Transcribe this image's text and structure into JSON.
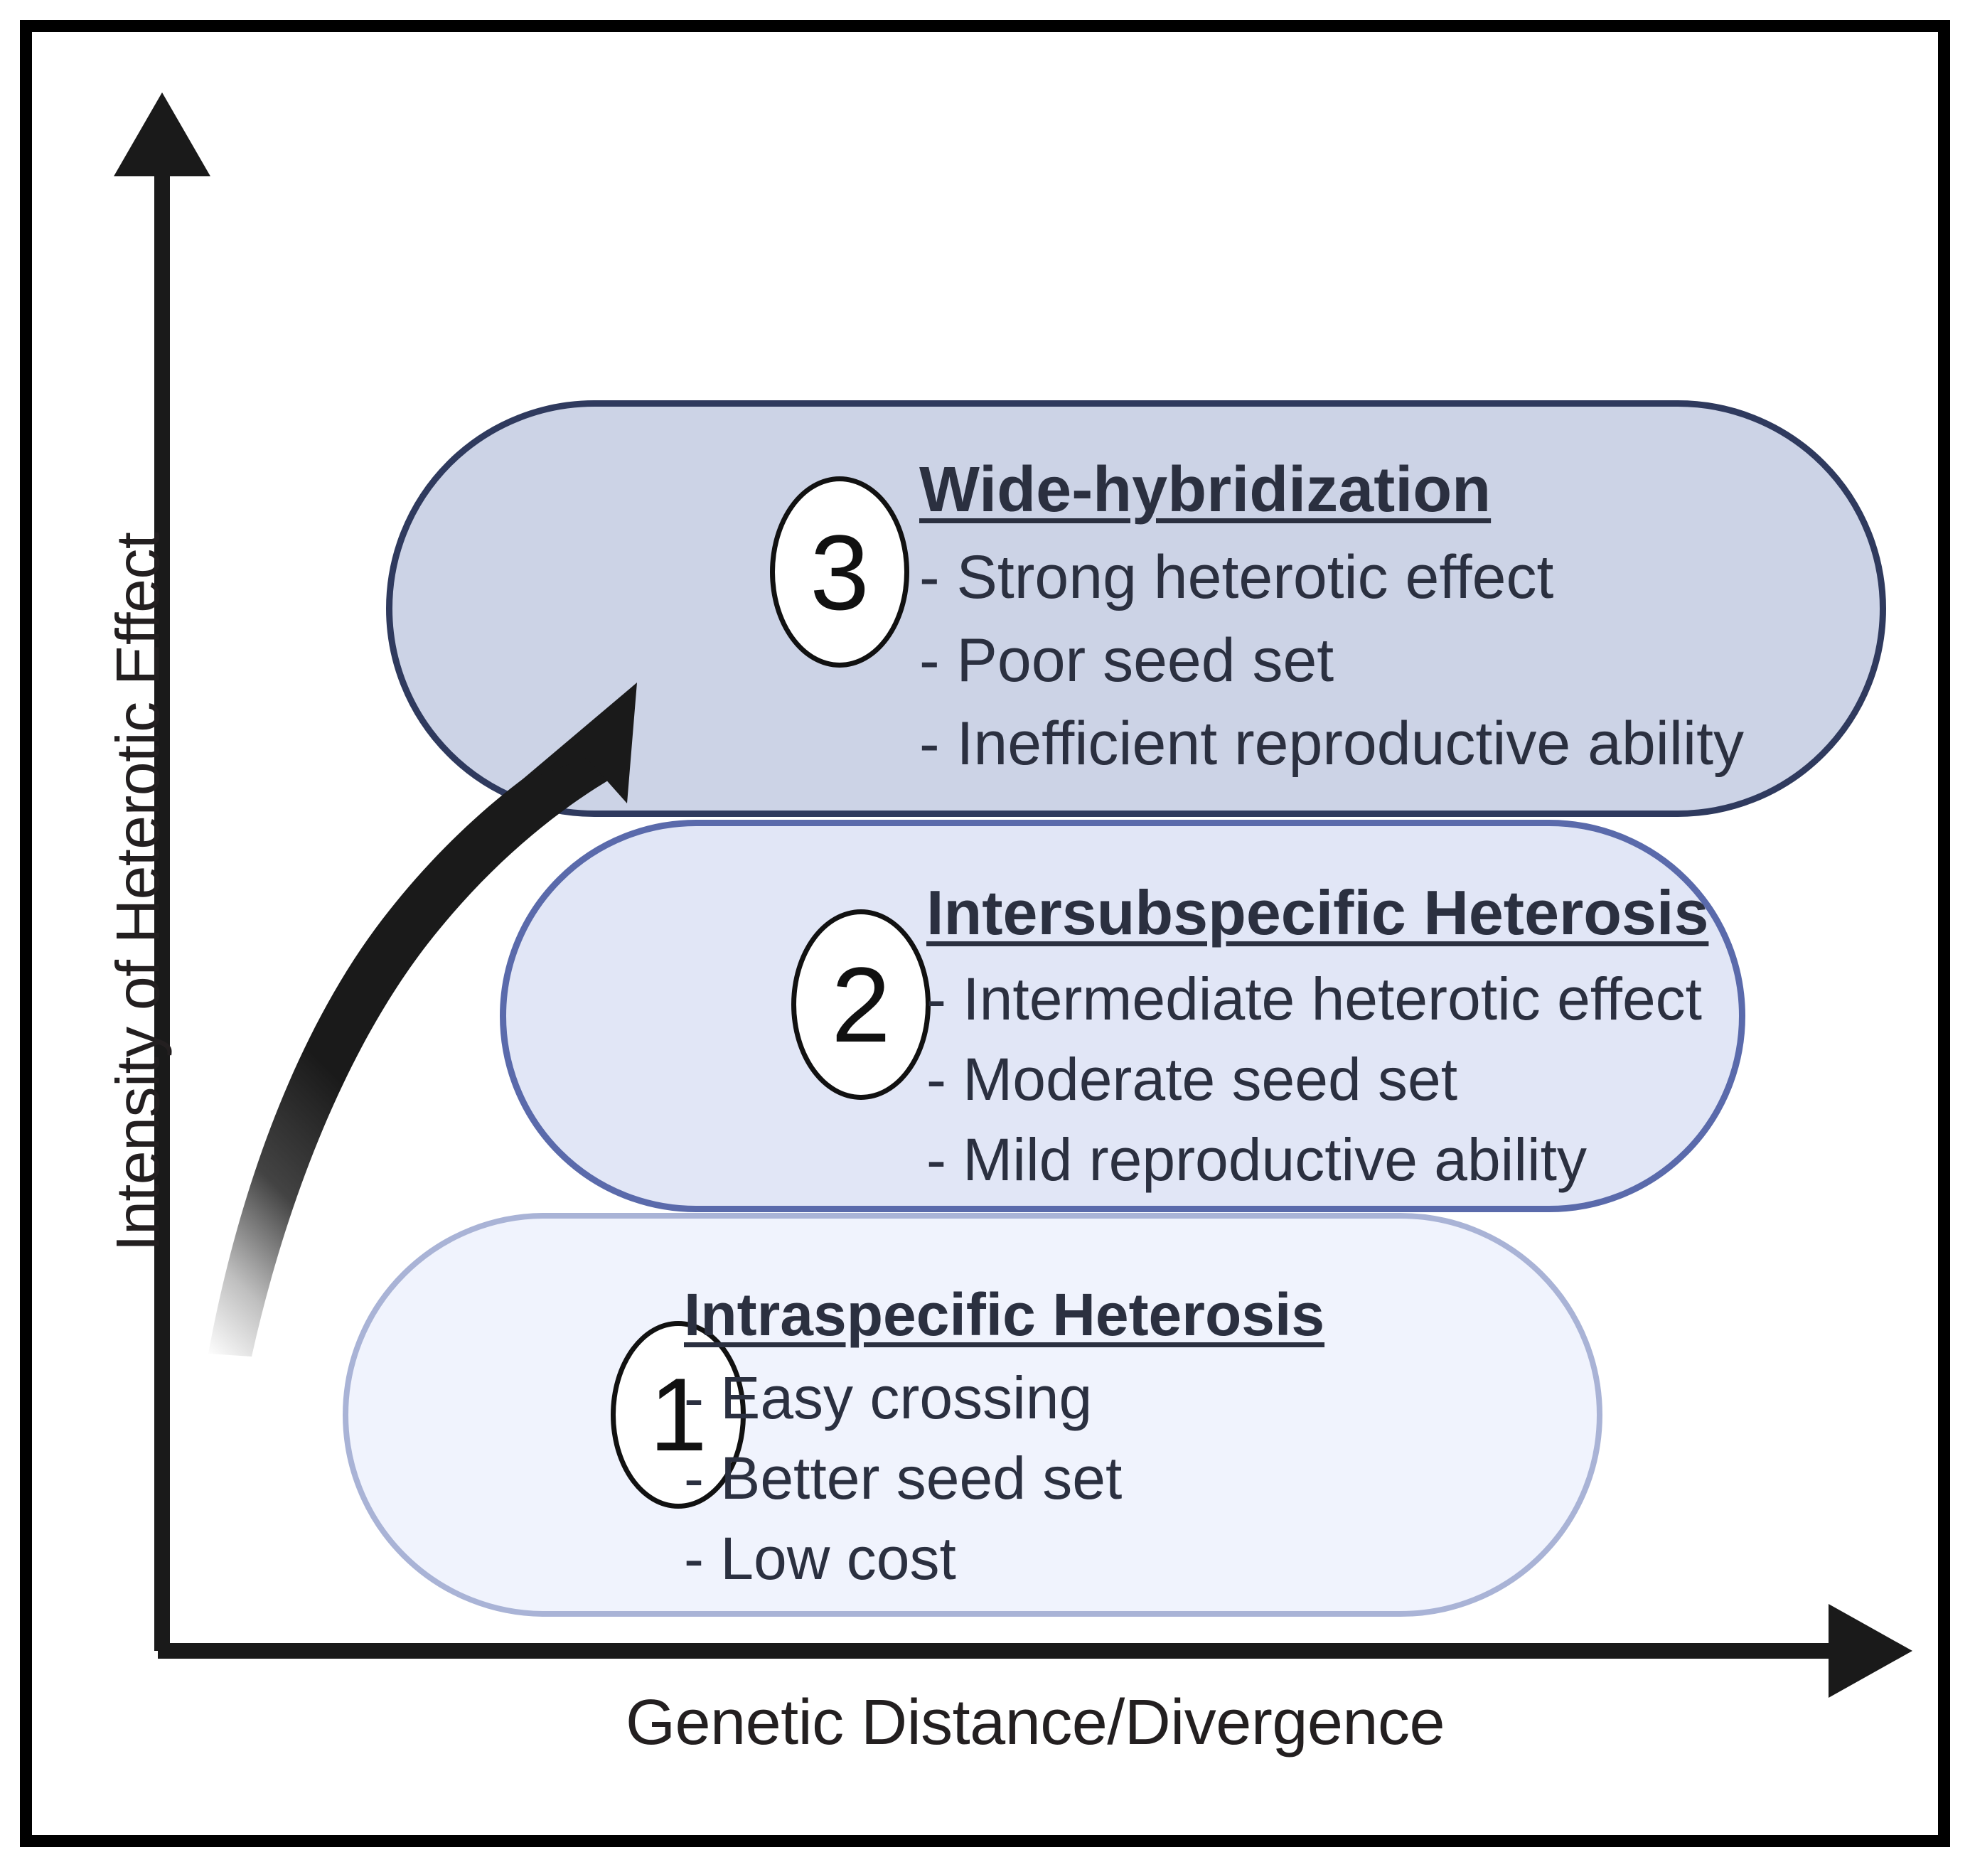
{
  "figure": {
    "axes": {
      "y_label": "Intensity of Heterotic Effect",
      "x_label": "Genetic Distance/Divergence"
    },
    "arrow": {
      "name": "increasing-trend-arrow",
      "direction": "up-right"
    },
    "tiers": [
      {
        "number": "3",
        "title": "Wide-hybridization",
        "items": [
          "- Strong heterotic effect",
          "- Poor seed set",
          "- Inefficient reproductive ability"
        ],
        "fill": "#ccd3e6",
        "border": "#2f3a5e"
      },
      {
        "number": "2",
        "title": "Intersubspecific Heterosis",
        "items": [
          "- Intermediate heterotic effect",
          "- Moderate seed set",
          "- Mild reproductive ability"
        ],
        "fill": "#e1e6f6",
        "border": "#5a6aab"
      },
      {
        "number": "1",
        "title": "Intraspecific Heterosis",
        "items": [
          "- Easy crossing",
          "- Better seed set",
          "- Low cost"
        ],
        "fill": "#f0f3fd",
        "border": "#a9b3d6"
      }
    ]
  },
  "chart_data": {
    "type": "diagram",
    "title": "",
    "xlabel": "Genetic Distance/Divergence",
    "ylabel": "Intensity of Heterotic Effect",
    "categories": [
      "Intraspecific Heterosis",
      "Intersubspecific Heterosis",
      "Wide-hybridization"
    ],
    "values": [
      1,
      2,
      3
    ],
    "annotations": [
      "Intraspecific Heterosis: Easy crossing; Better seed set; Low cost",
      "Intersubspecific Heterosis: Intermediate heterotic effect; Moderate seed set; Mild reproductive ability",
      "Wide-hybridization: Strong heterotic effect; Poor seed set; Inefficient reproductive ability"
    ],
    "grid": false,
    "legend": "none"
  }
}
